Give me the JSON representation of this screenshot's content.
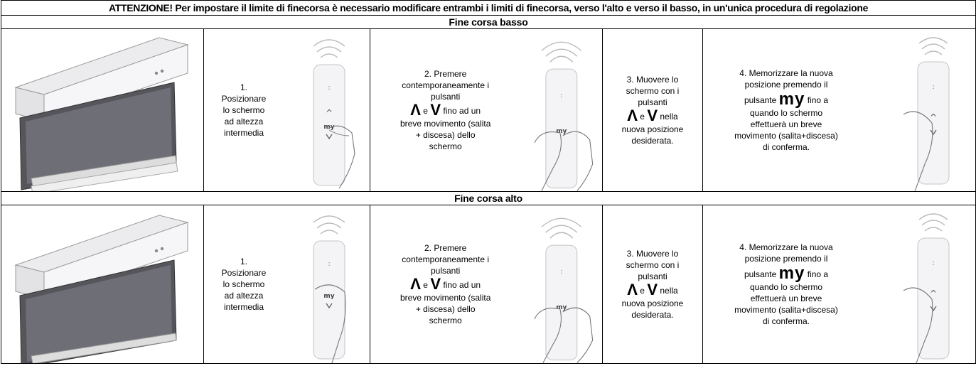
{
  "warning": "ATTENZIONE! Per impostare il limite di finecorsa è necessario modificare entrambi i limiti di finecorsa, verso l'alto e verso il basso, in un'unica procedura di regolazione",
  "sections": [
    {
      "title": "Fine corsa basso",
      "step1": {
        "lines": [
          "1.",
          "Posizionare",
          "lo schermo",
          "ad altezza",
          "intermedia"
        ]
      },
      "step2": {
        "top": [
          "2. Premere",
          "contemporaneamente i",
          "pulsanti"
        ],
        "up_glyph": "Λ",
        "e": "e",
        "down_glyph": "V",
        "after_glyph": "fino ad un",
        "bottom": [
          "breve movimento (salita",
          "+ discesa) dello",
          "schermo"
        ]
      },
      "step3": {
        "top": [
          "3. Muovere lo",
          "schermo con i",
          "pulsanti"
        ],
        "up_glyph": "Λ",
        "e": "e",
        "down_glyph": "V",
        "after_glyph": "nella",
        "bottom": [
          "nuova posizione",
          "desiderata."
        ]
      },
      "step4": {
        "top": [
          "4. Memorizzare la nuova",
          "posizione premendo il"
        ],
        "pre_my": "pulsante",
        "my": "my",
        "post_my": "fino a",
        "bottom": [
          "quando lo schermo",
          "effettuerà un breve",
          "movimento (salita+discesa)",
          "di conferma."
        ]
      },
      "remote_label": "my"
    },
    {
      "title": "Fine corsa alto",
      "step1": {
        "lines": [
          "1.",
          "Posizionare",
          "lo schermo",
          "ad altezza",
          "intermedia"
        ]
      },
      "step2": {
        "top": [
          "2. Premere",
          "contemporaneamente i",
          "pulsanti"
        ],
        "up_glyph": "Λ",
        "e": "e",
        "down_glyph": "V",
        "after_glyph": "fino ad un",
        "bottom": [
          "breve movimento (salita",
          "+ discesa) dello",
          "schermo"
        ]
      },
      "step3": {
        "top": [
          "3. Muovere lo",
          "schermo con i",
          "pulsanti"
        ],
        "up_glyph": "Λ",
        "e": "e",
        "down_glyph": "V",
        "after_glyph": "nella",
        "bottom": [
          "nuova posizione",
          "desiderata."
        ]
      },
      "step4": {
        "top": [
          "4. Memorizzare la nuova",
          "posizione premendo il"
        ],
        "pre_my": "pulsante",
        "my": "my",
        "post_my": "fino a",
        "bottom": [
          "quando lo schermo",
          "effettuerà un breve",
          "movimento (salita+discesa)",
          "di conferma."
        ]
      },
      "remote_label": "my"
    }
  ]
}
